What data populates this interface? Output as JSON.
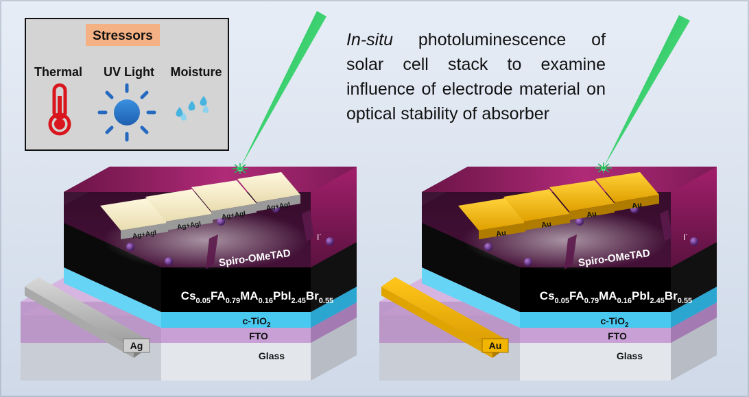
{
  "colors": {
    "background": "#d3ddec",
    "laser": "#1db954",
    "silver": "#c4c4c4",
    "gold": "#f0b400",
    "spiro": "#8a1a5c",
    "perovskite": "#0a0a0a",
    "tio2": "#49c8f0",
    "fto": "#c39ad0",
    "glass": "#dfe4ea"
  },
  "stressors": {
    "title": "Stressors",
    "items": [
      {
        "label": "Thermal",
        "icon": "thermometer-icon"
      },
      {
        "label": "UV Light",
        "icon": "sun-icon"
      },
      {
        "label": "Moisture",
        "icon": "water-droplets-icon"
      }
    ]
  },
  "caption": {
    "italic": "In-situ",
    "rest": " photoluminescence of solar cell stack to examine influence of electrode material on optical stability of absorber"
  },
  "devices": [
    {
      "electrode": "silver",
      "contacts": [
        "Ag+AgI",
        "Ag+AgI",
        "Ag+AgI",
        "Ag+AgI"
      ],
      "side_contact": "Ag",
      "layers": {
        "htl": "Spiro-OMeTAD",
        "etl": "c-TiO",
        "etl_sub": "2",
        "fto": "FTO",
        "glass": "Glass"
      },
      "formula": [
        {
          "t": "Cs",
          "s": "0.05"
        },
        {
          "t": "FA",
          "s": "0.79"
        },
        {
          "t": "MA",
          "s": "0.16"
        },
        {
          "t": "PbI",
          "s": "2.45"
        },
        {
          "t": "Br",
          "s": "0.55"
        }
      ],
      "ion_label": "I",
      "ion_sup": "-"
    },
    {
      "electrode": "gold",
      "contacts": [
        "Au",
        "Au",
        "Au",
        "Au"
      ],
      "side_contact": "Au",
      "layers": {
        "htl": "Spiro-OMeTAD",
        "etl": "c-TiO",
        "etl_sub": "2",
        "fto": "FTO",
        "glass": "Glass"
      },
      "formula": [
        {
          "t": "Cs",
          "s": "0.05"
        },
        {
          "t": "FA",
          "s": "0.79"
        },
        {
          "t": "MA",
          "s": "0.16"
        },
        {
          "t": "PbI",
          "s": "2.45"
        },
        {
          "t": "Br",
          "s": "0.55"
        }
      ],
      "ion_label": "I",
      "ion_sup": "-"
    }
  ]
}
